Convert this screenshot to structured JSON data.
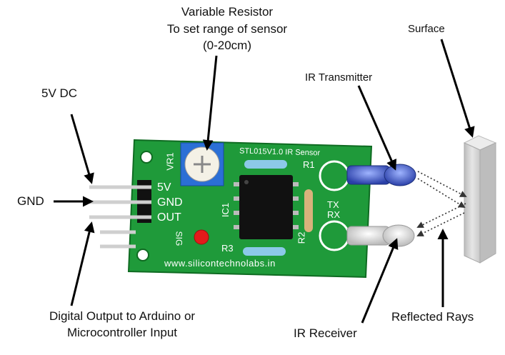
{
  "labels": {
    "variable_resistor_line1": "Variable Resistor",
    "variable_resistor_line2": "To set range of sensor",
    "variable_resistor_line3": "(0-20cm)",
    "power": "5V DC",
    "ground": "GND",
    "digital_output_line1": "Digital Output to Arduino or",
    "digital_output_line2": "Microcontroller Input",
    "ir_transmitter": "IR Transmitter",
    "ir_receiver": "IR Receiver",
    "surface": "Surface",
    "reflected_rays": "Reflected Rays"
  },
  "board": {
    "model": "STL015V1.0",
    "title": "IR Sensor",
    "pin_5v": "5V",
    "pin_gnd": "GND",
    "pin_out": "OUT",
    "vr1": "VR1",
    "ic1": "IC1",
    "r1": "R1",
    "r2": "R2",
    "r3": "R3",
    "tx": "TX",
    "rx": "RX",
    "sig": "SIG",
    "website": "www.silicontechnolabs.in"
  },
  "colors": {
    "pcb": "#1f9a3a",
    "pcb_dark": "#127a2a",
    "arrow": "#000000",
    "led": "#e31b1b",
    "transmitter": "#2a4fd8",
    "surface": "#d4d4d4"
  }
}
